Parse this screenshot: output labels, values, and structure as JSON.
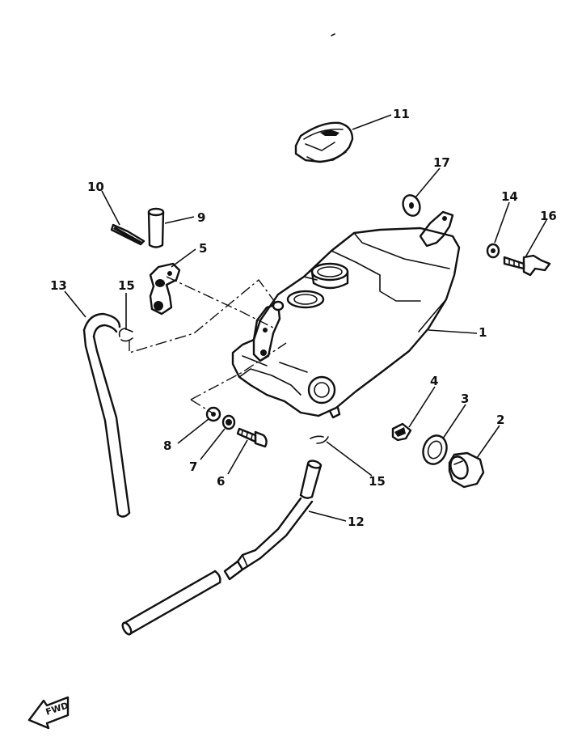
{
  "labels": {
    "p1": "1",
    "p2": "2",
    "p3": "3",
    "p4": "4",
    "p5": "5",
    "p6": "6",
    "p7": "7",
    "p8": "8",
    "p9": "9",
    "p10": "10",
    "p11": "11",
    "p12": "12",
    "p13": "13",
    "p14": "14",
    "p15a": "15",
    "p15b": "15",
    "p16": "16",
    "p17": "17"
  },
  "front_arrow": "FWD"
}
